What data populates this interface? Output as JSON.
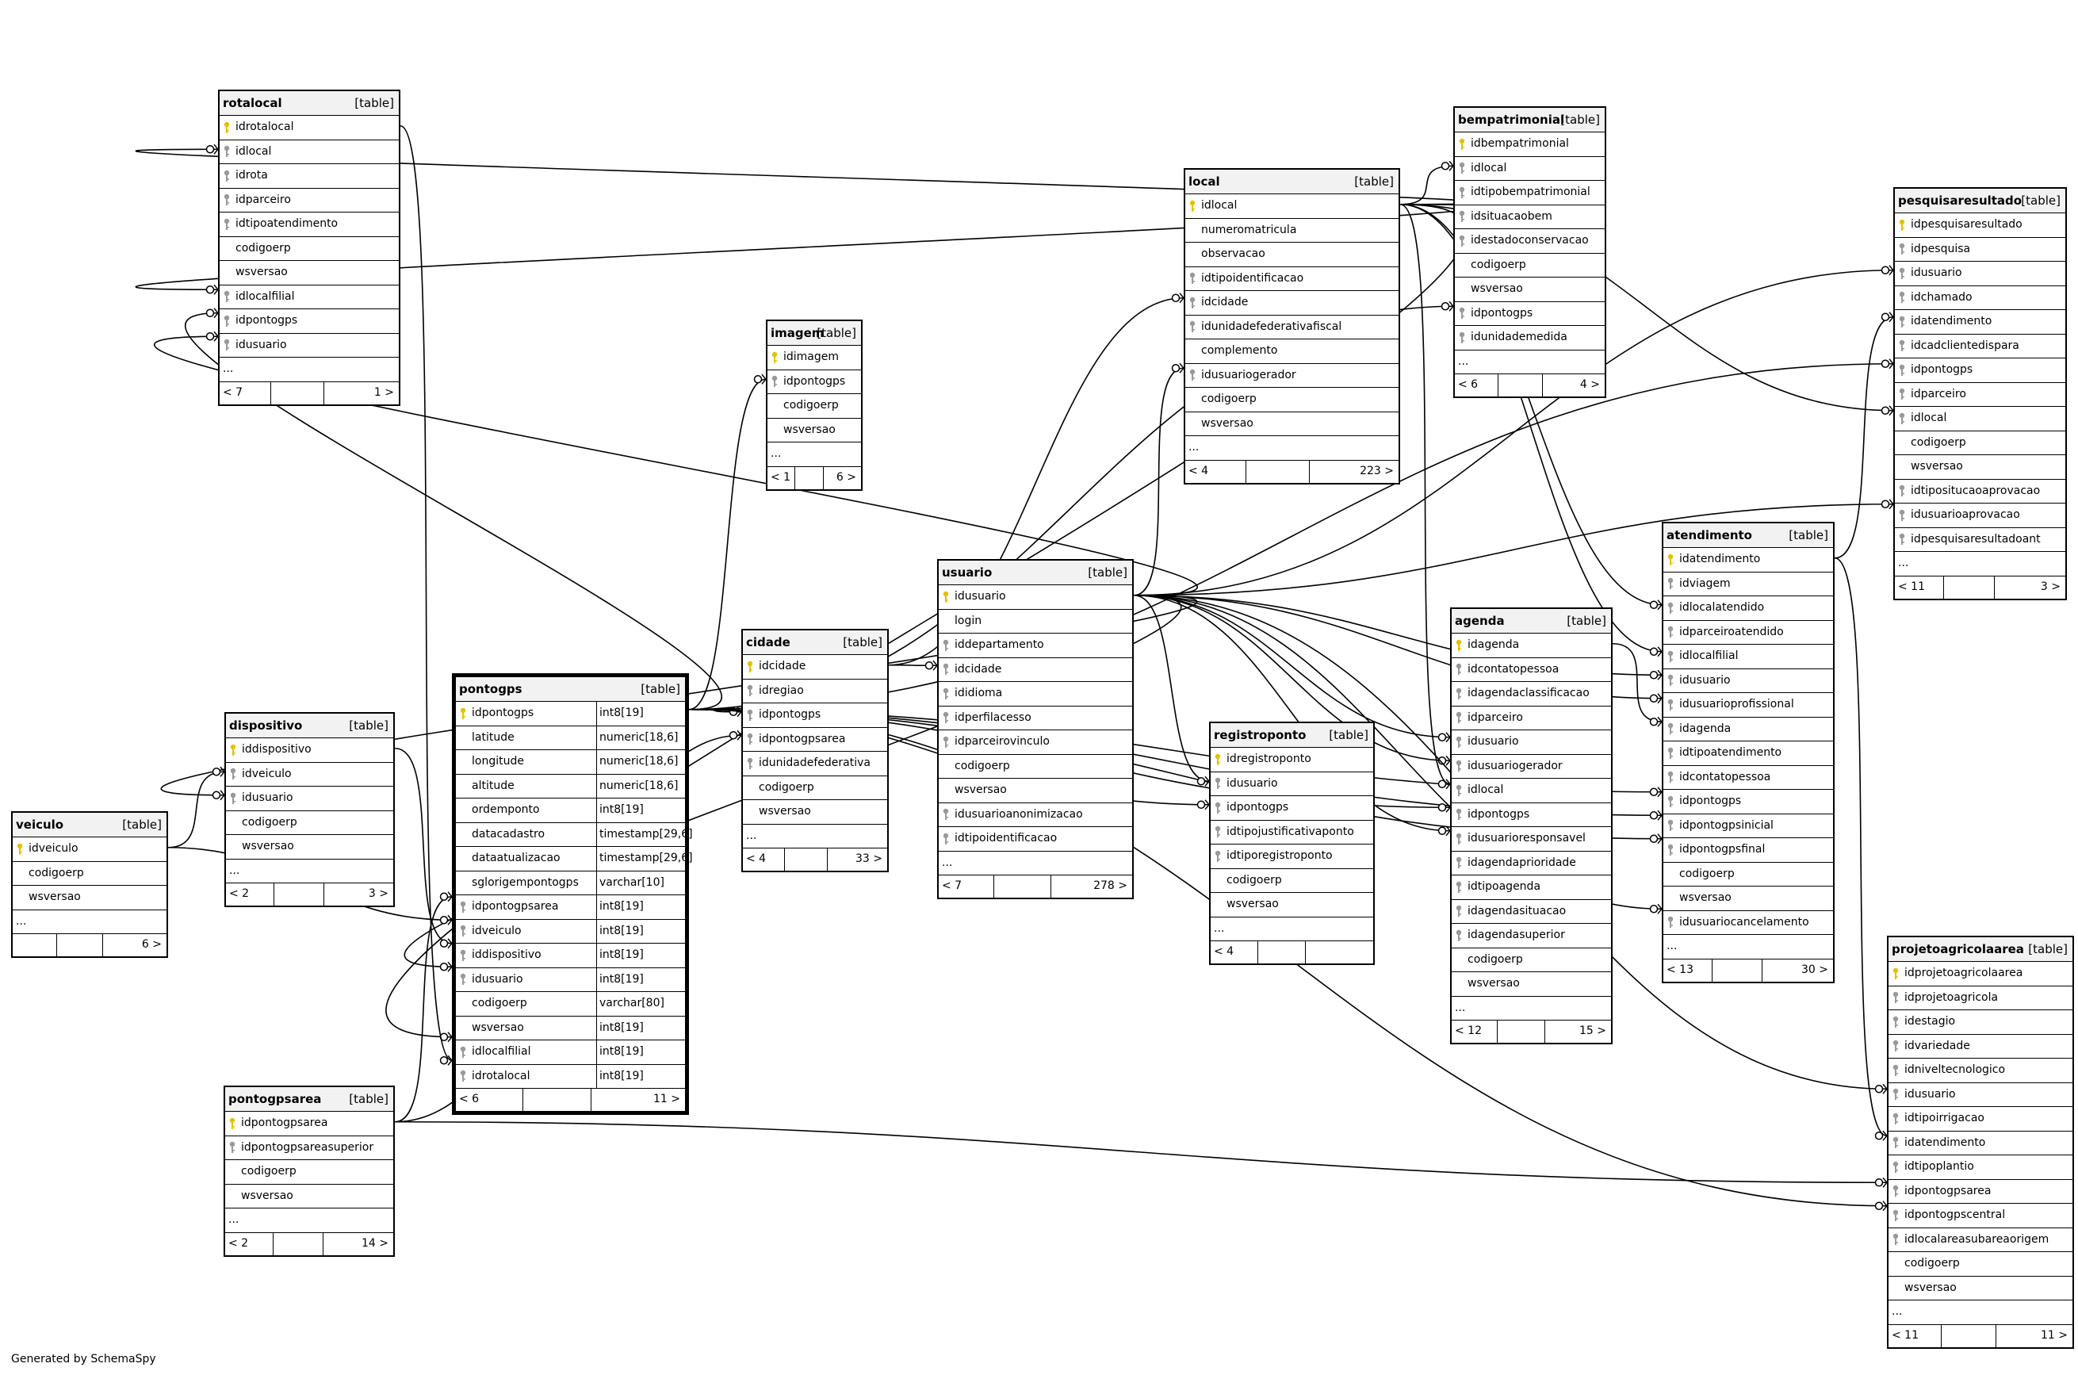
{
  "footer": "Generated by SchemaSpy",
  "type_label": "[table]",
  "tables": [
    {
      "id": "rotalocal",
      "name": "rotalocal",
      "columns": [
        {
          "name": "idrotalocal",
          "key": "pk"
        },
        {
          "name": "idlocal",
          "key": "fk"
        },
        {
          "name": "idrota",
          "key": "fk"
        },
        {
          "name": "idparceiro",
          "key": "fk"
        },
        {
          "name": "idtipoatendimento",
          "key": "fk"
        },
        {
          "name": "codigoerp",
          "key": ""
        },
        {
          "name": "wsversao",
          "key": ""
        },
        {
          "name": "idlocalfilial",
          "key": "fk"
        },
        {
          "name": "idpontogps",
          "key": "fk"
        },
        {
          "name": "idusuario",
          "key": "fk"
        },
        {
          "name": "...",
          "key": "more"
        }
      ],
      "parents": "< 7",
      "children": "1 >"
    },
    {
      "id": "imagem",
      "name": "imagem",
      "columns": [
        {
          "name": "idimagem",
          "key": "pk"
        },
        {
          "name": "idpontogps",
          "key": "fk"
        },
        {
          "name": "codigoerp",
          "key": ""
        },
        {
          "name": "wsversao",
          "key": ""
        },
        {
          "name": "...",
          "key": "more"
        }
      ],
      "parents": "< 1",
      "children": "6 >"
    },
    {
      "id": "local",
      "name": "local",
      "columns": [
        {
          "name": "idlocal",
          "key": "pk"
        },
        {
          "name": "numeromatricula",
          "key": ""
        },
        {
          "name": "observacao",
          "key": ""
        },
        {
          "name": "idtipoidentificacao",
          "key": "fk"
        },
        {
          "name": "idcidade",
          "key": "fk"
        },
        {
          "name": "idunidadefederativafiscal",
          "key": "fk"
        },
        {
          "name": "complemento",
          "key": ""
        },
        {
          "name": "idusuariogerador",
          "key": "fk"
        },
        {
          "name": "codigoerp",
          "key": ""
        },
        {
          "name": "wsversao",
          "key": ""
        },
        {
          "name": "...",
          "key": "more"
        }
      ],
      "parents": "< 4",
      "children": "223 >"
    },
    {
      "id": "bempatrimonial",
      "name": "bempatrimonial",
      "columns": [
        {
          "name": "idbempatrimonial",
          "key": "pk"
        },
        {
          "name": "idlocal",
          "key": "fk"
        },
        {
          "name": "idtipobempatrimonial",
          "key": "fk"
        },
        {
          "name": "idsituacaobem",
          "key": "fk"
        },
        {
          "name": "idestadoconservacao",
          "key": "fk"
        },
        {
          "name": "codigoerp",
          "key": ""
        },
        {
          "name": "wsversao",
          "key": ""
        },
        {
          "name": "idpontogps",
          "key": "fk"
        },
        {
          "name": "idunidademedida",
          "key": "fk"
        },
        {
          "name": "...",
          "key": "more"
        }
      ],
      "parents": "< 6",
      "children": "4 >"
    },
    {
      "id": "pesquisaresultado",
      "name": "pesquisaresultado",
      "columns": [
        {
          "name": "idpesquisaresultado",
          "key": "pk"
        },
        {
          "name": "idpesquisa",
          "key": "fk"
        },
        {
          "name": "idusuario",
          "key": "fk"
        },
        {
          "name": "idchamado",
          "key": "fk"
        },
        {
          "name": "idatendimento",
          "key": "fk"
        },
        {
          "name": "idcadclientedispara",
          "key": "fk"
        },
        {
          "name": "idpontogps",
          "key": "fk"
        },
        {
          "name": "idparceiro",
          "key": "fk"
        },
        {
          "name": "idlocal",
          "key": "fk"
        },
        {
          "name": "codigoerp",
          "key": ""
        },
        {
          "name": "wsversao",
          "key": ""
        },
        {
          "name": "idtipositucaoaprovacao",
          "key": "fk"
        },
        {
          "name": "idusuarioaprovacao",
          "key": "fk"
        },
        {
          "name": "idpesquisaresultadoant",
          "key": "fk"
        },
        {
          "name": "...",
          "key": "more"
        }
      ],
      "parents": "< 11",
      "children": "3 >"
    },
    {
      "id": "atendimento",
      "name": "atendimento",
      "columns": [
        {
          "name": "idatendimento",
          "key": "pk"
        },
        {
          "name": "idviagem",
          "key": "fk"
        },
        {
          "name": "idlocalatendido",
          "key": "fk"
        },
        {
          "name": "idparceiroatendido",
          "key": "fk"
        },
        {
          "name": "idlocalfilial",
          "key": "fk"
        },
        {
          "name": "idusuario",
          "key": "fk"
        },
        {
          "name": "idusuarioprofissional",
          "key": "fk"
        },
        {
          "name": "idagenda",
          "key": "fk"
        },
        {
          "name": "idtipoatendimento",
          "key": "fk"
        },
        {
          "name": "idcontatopessoa",
          "key": "fk"
        },
        {
          "name": "idpontogps",
          "key": "fk"
        },
        {
          "name": "idpontogpsinicial",
          "key": "fk"
        },
        {
          "name": "idpontogpsfinal",
          "key": "fk"
        },
        {
          "name": "codigoerp",
          "key": ""
        },
        {
          "name": "wsversao",
          "key": ""
        },
        {
          "name": "idusuariocancelamento",
          "key": "fk"
        },
        {
          "name": "...",
          "key": "more"
        }
      ],
      "parents": "< 13",
      "children": "30 >"
    },
    {
      "id": "usuario",
      "name": "usuario",
      "columns": [
        {
          "name": "idusuario",
          "key": "pk"
        },
        {
          "name": "login",
          "key": ""
        },
        {
          "name": "iddepartamento",
          "key": "fk"
        },
        {
          "name": "idcidade",
          "key": "fk"
        },
        {
          "name": "ididioma",
          "key": "fk"
        },
        {
          "name": "idperfilacesso",
          "key": "fk"
        },
        {
          "name": "idparceirovinculo",
          "key": "fk"
        },
        {
          "name": "codigoerp",
          "key": ""
        },
        {
          "name": "wsversao",
          "key": ""
        },
        {
          "name": "idusuarioanonimizacao",
          "key": "fk"
        },
        {
          "name": "idtipoidentificacao",
          "key": "fk"
        },
        {
          "name": "...",
          "key": "more"
        }
      ],
      "parents": "< 7",
      "children": "278 >"
    },
    {
      "id": "agenda",
      "name": "agenda",
      "columns": [
        {
          "name": "idagenda",
          "key": "pk"
        },
        {
          "name": "idcontatopessoa",
          "key": "fk"
        },
        {
          "name": "idagendaclassificacao",
          "key": "fk"
        },
        {
          "name": "idparceiro",
          "key": "fk"
        },
        {
          "name": "idusuario",
          "key": "fk"
        },
        {
          "name": "idusuariogerador",
          "key": "fk"
        },
        {
          "name": "idlocal",
          "key": "fk"
        },
        {
          "name": "idpontogps",
          "key": "fk"
        },
        {
          "name": "idusuarioresponsavel",
          "key": "fk"
        },
        {
          "name": "idagendaprioridade",
          "key": "fk"
        },
        {
          "name": "idtipoagenda",
          "key": "fk"
        },
        {
          "name": "idagendasituacao",
          "key": "fk"
        },
        {
          "name": "idagendasuperior",
          "key": "fk"
        },
        {
          "name": "codigoerp",
          "key": ""
        },
        {
          "name": "wsversao",
          "key": ""
        },
        {
          "name": "...",
          "key": "more"
        }
      ],
      "parents": "< 12",
      "children": "15 >"
    },
    {
      "id": "registroponto",
      "name": "registroponto",
      "columns": [
        {
          "name": "idregistroponto",
          "key": "pk"
        },
        {
          "name": "idusuario",
          "key": "fk"
        },
        {
          "name": "idpontogps",
          "key": "fk"
        },
        {
          "name": "idtipojustificativaponto",
          "key": "fk"
        },
        {
          "name": "idtiporegistroponto",
          "key": "fk"
        },
        {
          "name": "codigoerp",
          "key": ""
        },
        {
          "name": "wsversao",
          "key": ""
        },
        {
          "name": "...",
          "key": "more"
        }
      ],
      "parents": "< 4",
      "children": ""
    },
    {
      "id": "cidade",
      "name": "cidade",
      "columns": [
        {
          "name": "idcidade",
          "key": "pk"
        },
        {
          "name": "idregiao",
          "key": "fk"
        },
        {
          "name": "idpontogps",
          "key": "fk"
        },
        {
          "name": "idpontogpsarea",
          "key": "fk"
        },
        {
          "name": "idunidadefederativa",
          "key": "fk"
        },
        {
          "name": "codigoerp",
          "key": ""
        },
        {
          "name": "wsversao",
          "key": ""
        },
        {
          "name": "...",
          "key": "more"
        }
      ],
      "parents": "< 4",
      "children": "33 >"
    },
    {
      "id": "pontogps",
      "name": "pontogps",
      "columns": [
        {
          "name": "idpontogps",
          "key": "pk",
          "type": "int8[19]"
        },
        {
          "name": "latitude",
          "key": "",
          "type": "numeric[18,6]"
        },
        {
          "name": "longitude",
          "key": "",
          "type": "numeric[18,6]"
        },
        {
          "name": "altitude",
          "key": "",
          "type": "numeric[18,6]"
        },
        {
          "name": "ordemponto",
          "key": "",
          "type": "int8[19]"
        },
        {
          "name": "datacadastro",
          "key": "",
          "type": "timestamp[29,6]"
        },
        {
          "name": "dataatualizacao",
          "key": "",
          "type": "timestamp[29,6]"
        },
        {
          "name": "sglorigempontogps",
          "key": "",
          "type": "varchar[10]"
        },
        {
          "name": "idpontogpsarea",
          "key": "fk",
          "type": "int8[19]"
        },
        {
          "name": "idveiculo",
          "key": "fk",
          "type": "int8[19]"
        },
        {
          "name": "iddispositivo",
          "key": "fk",
          "type": "int8[19]"
        },
        {
          "name": "idusuario",
          "key": "fk",
          "type": "int8[19]"
        },
        {
          "name": "codigoerp",
          "key": "",
          "type": "varchar[80]"
        },
        {
          "name": "wsversao",
          "key": "",
          "type": "int8[19]"
        },
        {
          "name": "idlocalfilial",
          "key": "fk",
          "type": "int8[19]"
        },
        {
          "name": "idrotalocal",
          "key": "fk",
          "type": "int8[19]"
        }
      ],
      "parents": "< 6",
      "children": "11 >"
    },
    {
      "id": "dispositivo",
      "name": "dispositivo",
      "columns": [
        {
          "name": "iddispositivo",
          "key": "pk"
        },
        {
          "name": "idveiculo",
          "key": "fk"
        },
        {
          "name": "idusuario",
          "key": "fk"
        },
        {
          "name": "codigoerp",
          "key": ""
        },
        {
          "name": "wsversao",
          "key": ""
        },
        {
          "name": "...",
          "key": "more"
        }
      ],
      "parents": "< 2",
      "children": "3 >"
    },
    {
      "id": "veiculo",
      "name": "veiculo",
      "columns": [
        {
          "name": "idveiculo",
          "key": "pk"
        },
        {
          "name": "codigoerp",
          "key": ""
        },
        {
          "name": "wsversao",
          "key": ""
        },
        {
          "name": "...",
          "key": "more"
        }
      ],
      "parents": "",
      "children": "6 >"
    },
    {
      "id": "pontogpsarea",
      "name": "pontogpsarea",
      "columns": [
        {
          "name": "idpontogpsarea",
          "key": "pk"
        },
        {
          "name": "idpontogpsareasuperior",
          "key": "fk"
        },
        {
          "name": "codigoerp",
          "key": ""
        },
        {
          "name": "wsversao",
          "key": ""
        },
        {
          "name": "...",
          "key": "more"
        }
      ],
      "parents": "< 2",
      "children": "14 >"
    },
    {
      "id": "projetoagricolaarea",
      "name": "projetoagricolaarea",
      "columns": [
        {
          "name": "idprojetoagricolaarea",
          "key": "pk"
        },
        {
          "name": "idprojetoagricola",
          "key": "fk"
        },
        {
          "name": "idestagio",
          "key": "fk"
        },
        {
          "name": "idvariedade",
          "key": "fk"
        },
        {
          "name": "idniveltecnologico",
          "key": "fk"
        },
        {
          "name": "idusuario",
          "key": "fk"
        },
        {
          "name": "idtipoirrigacao",
          "key": "fk"
        },
        {
          "name": "idatendimento",
          "key": "fk"
        },
        {
          "name": "idtipoplantio",
          "key": "fk"
        },
        {
          "name": "idpontogpsarea",
          "key": "fk"
        },
        {
          "name": "idpontogpscentral",
          "key": "fk"
        },
        {
          "name": "idlocalareasubareaorigem",
          "key": "fk"
        },
        {
          "name": "codigoerp",
          "key": ""
        },
        {
          "name": "wsversao",
          "key": ""
        },
        {
          "name": "...",
          "key": "more"
        }
      ],
      "parents": "< 11",
      "children": "11 >"
    }
  ]
}
